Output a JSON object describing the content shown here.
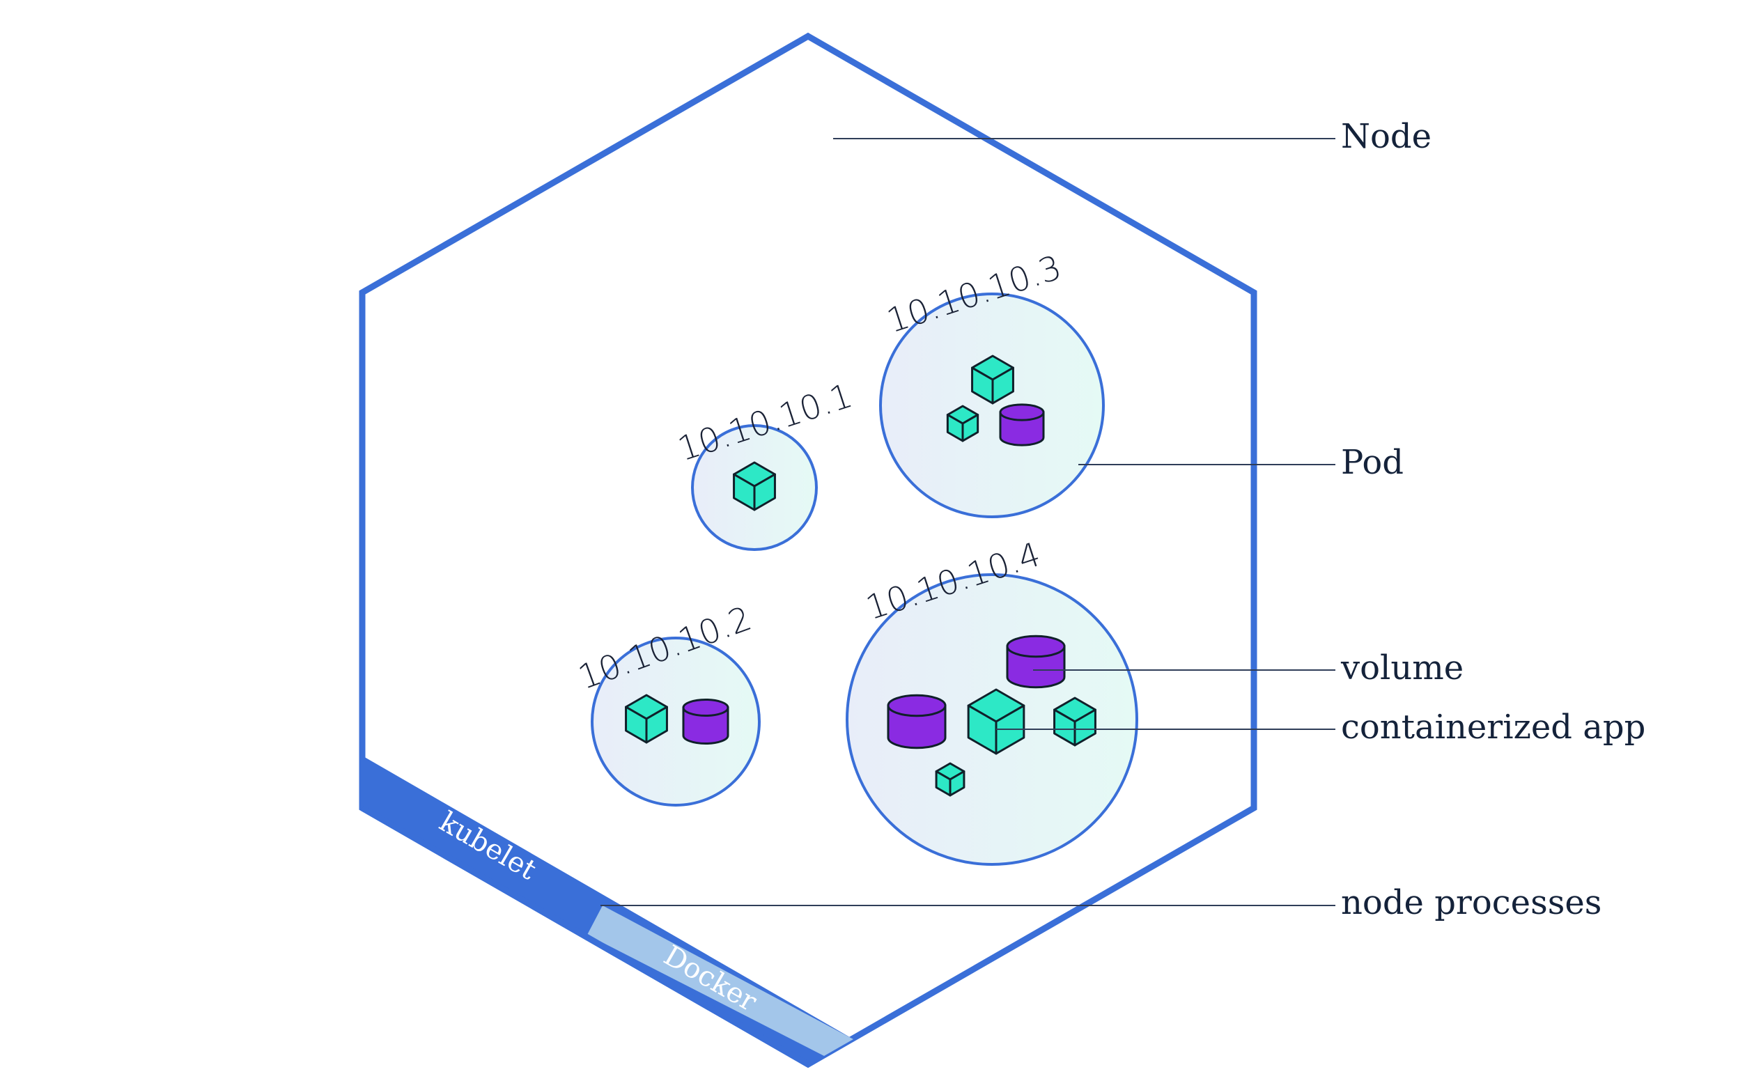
{
  "node": {
    "label": "Node",
    "process_strips": {
      "kubelet": "kubelet",
      "docker": "Docker"
    }
  },
  "pods": [
    {
      "ip": "10.10.10.1"
    },
    {
      "ip": "10.10.10.2"
    },
    {
      "ip": "10.10.10.3"
    },
    {
      "ip": "10.10.10.4"
    }
  ],
  "callouts": {
    "node": "Node",
    "pod": "Pod",
    "volume": "volume",
    "containerized_app": "containerized app",
    "node_processes": "node processes"
  },
  "colors": {
    "hexagon_stroke": "#3a6fd8",
    "kubelet_strip": "#3a6fd8",
    "docker_strip": "#a3c6ea",
    "container": "#2de8c6",
    "volume": "#8a2be2",
    "pod_fill_left": "#e8eef9",
    "pod_fill_right": "#e6fbf6"
  },
  "icons": {
    "container": "cube-icon",
    "volume": "cylinder-icon"
  }
}
